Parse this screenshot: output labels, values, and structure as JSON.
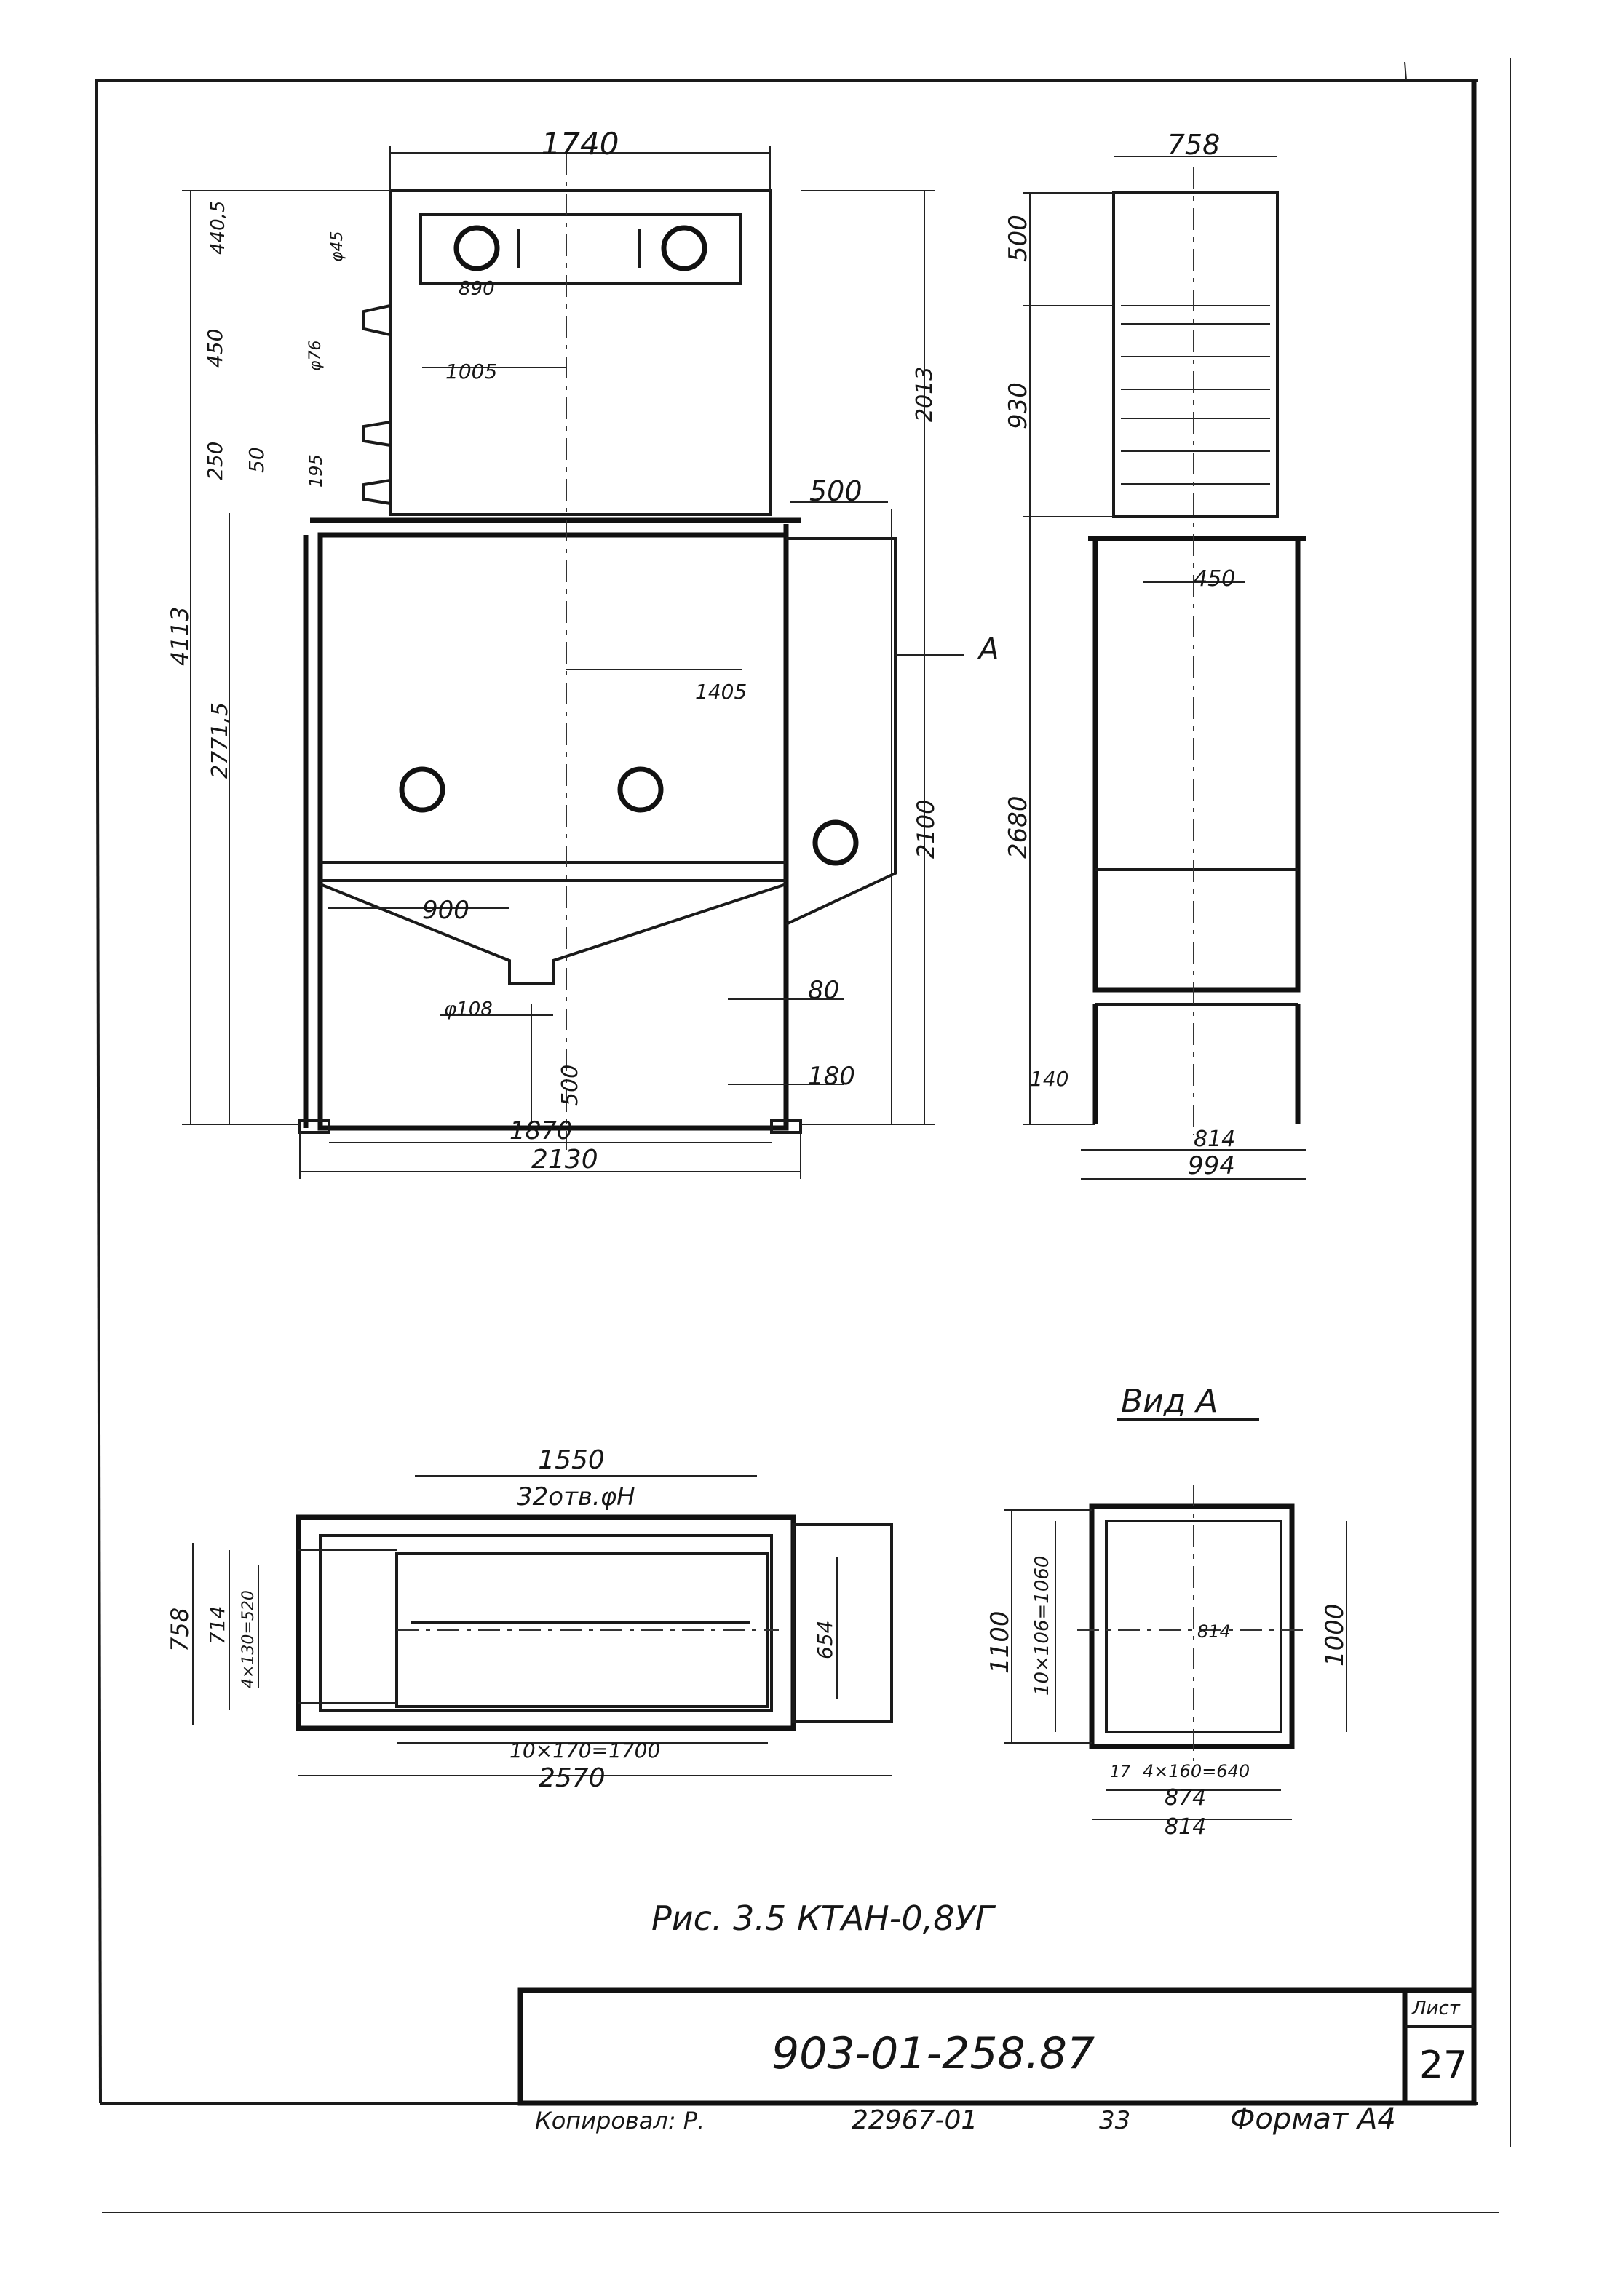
{
  "front_view": {
    "dims": {
      "width_top": "1740",
      "d_445": "φ45",
      "h_4405": "440,5",
      "l_890": "890",
      "h_450": "450",
      "d_76": "φ76",
      "l_1005": "1005",
      "h_250": "250",
      "h_50": "50",
      "h_195": "195",
      "h_2013": "2013",
      "l_500_right": "500",
      "h_4113": "4113",
      "h_27715": "2771,5",
      "l_1405": "1405",
      "h_2100": "2100",
      "l_900": "900",
      "d_108": "φ108",
      "h_500_bottom": "500",
      "l_80": "80",
      "l_180": "180",
      "w_1870": "1870",
      "w_2130": "2130"
    },
    "view_marker": "A"
  },
  "side_view": {
    "dims": {
      "w_758": "758",
      "h_500": "500",
      "h_930": "930",
      "l_450": "450",
      "h_2680": "2680",
      "l_140": "140",
      "w_814": "814",
      "w_994": "994"
    }
  },
  "plan_view": {
    "dims": {
      "w_1550": "1550",
      "holes": "32отв.φН",
      "h_758": "758",
      "h_714": "714",
      "pitch_4": "4×130=520",
      "h_654": "654",
      "pitch_10": "10×170=1700",
      "w_2570": "2570"
    }
  },
  "view_a": {
    "title": "Вид А",
    "dims": {
      "h_1100": "1100",
      "pitch_10": "10×106=1060",
      "w_814_inner": "814",
      "h_1000": "1000",
      "l_17": "17",
      "pitch_4": "4×160=640",
      "w_874": "874",
      "w_814": "814"
    }
  },
  "caption": "Рис. 3.5 КТАН-0,8УГ",
  "title_block": {
    "doc_number": "903-01-258.87",
    "sheet_label": "Лист",
    "sheet_number": "27"
  },
  "footer": {
    "copied_by": "Копировал: Р.",
    "order_number": "22967-01",
    "page_code": "33",
    "format": "Формат А4"
  }
}
